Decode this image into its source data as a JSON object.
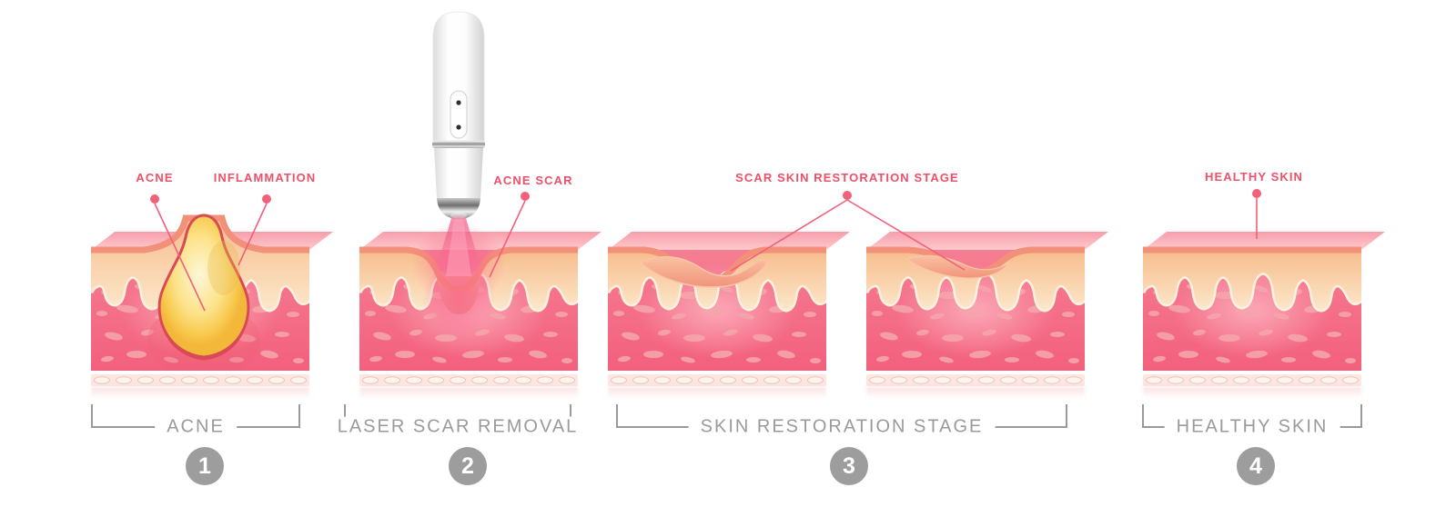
{
  "accent_color": "#ef5068",
  "caption_color": "#9a9a9a",
  "badge_color": "#9d9d9d",
  "panels": [
    {
      "number": "1",
      "caption": "ACNE",
      "labels": [
        {
          "text": "ACNE"
        },
        {
          "text": "INFLAMMATION"
        }
      ]
    },
    {
      "number": "2",
      "caption": "LASER SCAR REMOVAL",
      "labels": [
        {
          "text": "ACNE SCAR"
        }
      ]
    },
    {
      "number": "3",
      "caption": "SKIN RESTORATION STAGE",
      "labels": [
        {
          "text": "SCAR SKIN RESTORATION STAGE"
        }
      ]
    },
    {
      "number": "4",
      "caption": "HEALTHY SKIN",
      "labels": [
        {
          "text": "HEALTHY SKIN"
        }
      ]
    }
  ],
  "illustrations": {
    "device": "laser-removal-pen",
    "skin_blocks": [
      "acne",
      "laser-scar-removal",
      "restoration-early",
      "restoration-late",
      "healthy"
    ]
  }
}
